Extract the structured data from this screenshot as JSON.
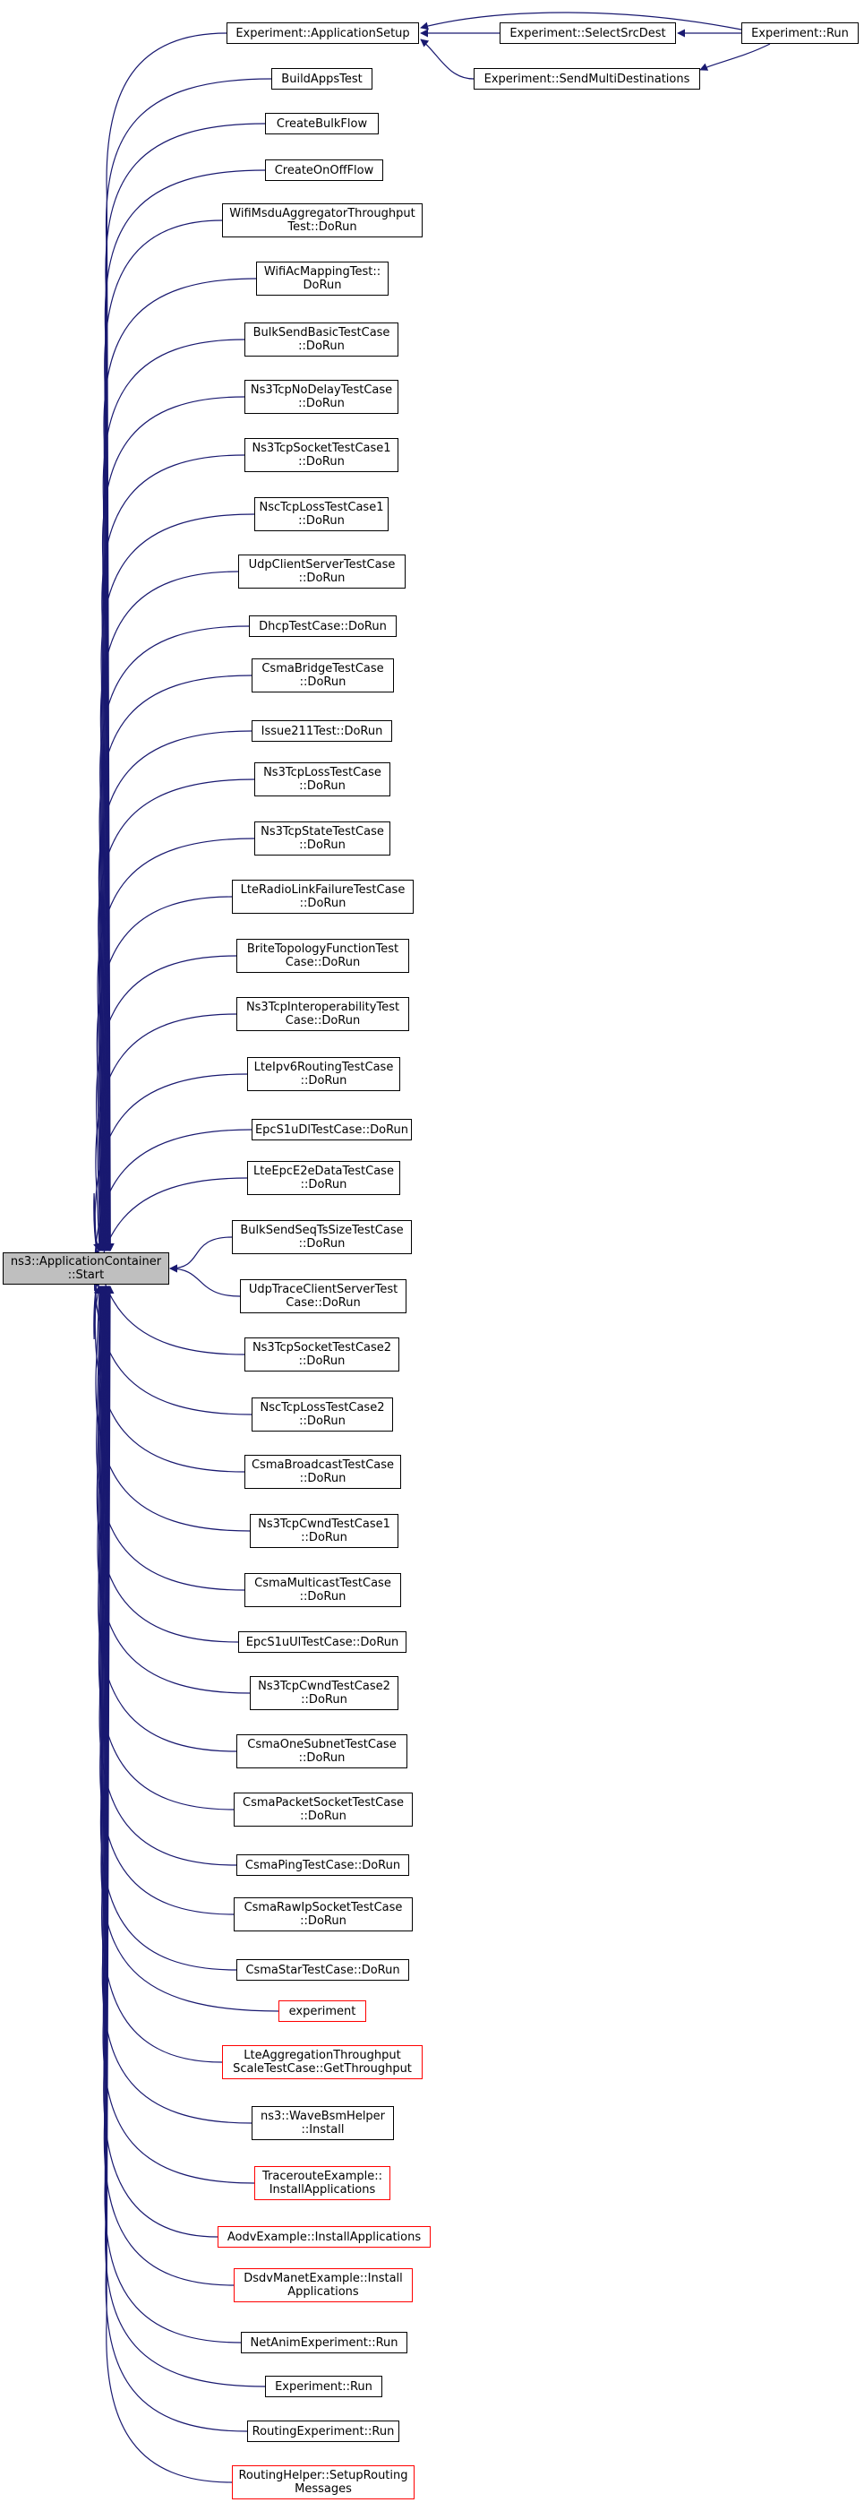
{
  "colors": {
    "edge": "#191970",
    "border": "#000000",
    "border_incomplete": "#ff0000",
    "root_fill": "#bfbfbf",
    "fill": "#ffffff"
  },
  "root": {
    "lines": [
      "ns3::ApplicationContainer",
      "::Start"
    ]
  },
  "top": {
    "app_setup": {
      "lines": [
        "Experiment::ApplicationSetup"
      ]
    },
    "select_src_dest": {
      "lines": [
        "Experiment::SelectSrcDest"
      ]
    },
    "send_multi": {
      "lines": [
        "Experiment::SendMultiDestinations"
      ]
    },
    "exp_run": {
      "lines": [
        "Experiment::Run"
      ]
    }
  },
  "callers": [
    {
      "lines": [
        "BuildAppsTest"
      ]
    },
    {
      "lines": [
        "CreateBulkFlow"
      ]
    },
    {
      "lines": [
        "CreateOnOffFlow"
      ]
    },
    {
      "lines": [
        "WifiMsduAggregatorThroughput",
        "Test::DoRun"
      ]
    },
    {
      "lines": [
        "WifiAcMappingTest::",
        "DoRun"
      ]
    },
    {
      "lines": [
        "BulkSendBasicTestCase",
        "::DoRun"
      ]
    },
    {
      "lines": [
        "Ns3TcpNoDelayTestCase",
        "::DoRun"
      ]
    },
    {
      "lines": [
        "Ns3TcpSocketTestCase1",
        "::DoRun"
      ]
    },
    {
      "lines": [
        "NscTcpLossTestCase1",
        "::DoRun"
      ]
    },
    {
      "lines": [
        "UdpClientServerTestCase",
        "::DoRun"
      ]
    },
    {
      "lines": [
        "DhcpTestCase::DoRun"
      ]
    },
    {
      "lines": [
        "CsmaBridgeTestCase",
        "::DoRun"
      ]
    },
    {
      "lines": [
        "Issue211Test::DoRun"
      ]
    },
    {
      "lines": [
        "Ns3TcpLossTestCase",
        "::DoRun"
      ]
    },
    {
      "lines": [
        "Ns3TcpStateTestCase",
        "::DoRun"
      ]
    },
    {
      "lines": [
        "LteRadioLinkFailureTestCase",
        "::DoRun"
      ]
    },
    {
      "lines": [
        "BriteTopologyFunctionTest",
        "Case::DoRun"
      ]
    },
    {
      "lines": [
        "Ns3TcpInteroperabilityTest",
        "Case::DoRun"
      ]
    },
    {
      "lines": [
        "LteIpv6RoutingTestCase",
        "::DoRun"
      ]
    },
    {
      "lines": [
        "EpcS1uDlTestCase::DoRun"
      ]
    },
    {
      "lines": [
        "LteEpcE2eDataTestCase",
        "::DoRun"
      ]
    },
    {
      "lines": [
        "BulkSendSeqTsSizeTestCase",
        "::DoRun"
      ]
    },
    {
      "lines": [
        "UdpTraceClientServerTest",
        "Case::DoRun"
      ]
    },
    {
      "lines": [
        "Ns3TcpSocketTestCase2",
        "::DoRun"
      ]
    },
    {
      "lines": [
        "NscTcpLossTestCase2",
        "::DoRun"
      ]
    },
    {
      "lines": [
        "CsmaBroadcastTestCase",
        "::DoRun"
      ]
    },
    {
      "lines": [
        "Ns3TcpCwndTestCase1",
        "::DoRun"
      ]
    },
    {
      "lines": [
        "CsmaMulticastTestCase",
        "::DoRun"
      ]
    },
    {
      "lines": [
        "EpcS1uUlTestCase::DoRun"
      ]
    },
    {
      "lines": [
        "Ns3TcpCwndTestCase2",
        "::DoRun"
      ]
    },
    {
      "lines": [
        "CsmaOneSubnetTestCase",
        "::DoRun"
      ]
    },
    {
      "lines": [
        "CsmaPacketSocketTestCase",
        "::DoRun"
      ]
    },
    {
      "lines": [
        "CsmaPingTestCase::DoRun"
      ]
    },
    {
      "lines": [
        "CsmaRawIpSocketTestCase",
        "::DoRun"
      ]
    },
    {
      "lines": [
        "CsmaStarTestCase::DoRun"
      ]
    },
    {
      "lines": [
        "experiment"
      ],
      "incomplete": true
    },
    {
      "lines": [
        "LteAggregationThroughput",
        "ScaleTestCase::GetThroughput"
      ],
      "incomplete": true
    },
    {
      "lines": [
        "ns3::WaveBsmHelper",
        "::Install"
      ]
    },
    {
      "lines": [
        "TracerouteExample::",
        "InstallApplications"
      ],
      "incomplete": true
    },
    {
      "lines": [
        "AodvExample::InstallApplications"
      ],
      "incomplete": true
    },
    {
      "lines": [
        "DsdvManetExample::Install",
        "Applications"
      ],
      "incomplete": true
    },
    {
      "lines": [
        "NetAnimExperiment::Run"
      ]
    },
    {
      "lines": [
        "Experiment::Run"
      ]
    },
    {
      "lines": [
        "RoutingExperiment::Run"
      ]
    },
    {
      "lines": [
        "RoutingHelper::SetupRouting",
        "Messages"
      ],
      "incomplete": true
    }
  ]
}
